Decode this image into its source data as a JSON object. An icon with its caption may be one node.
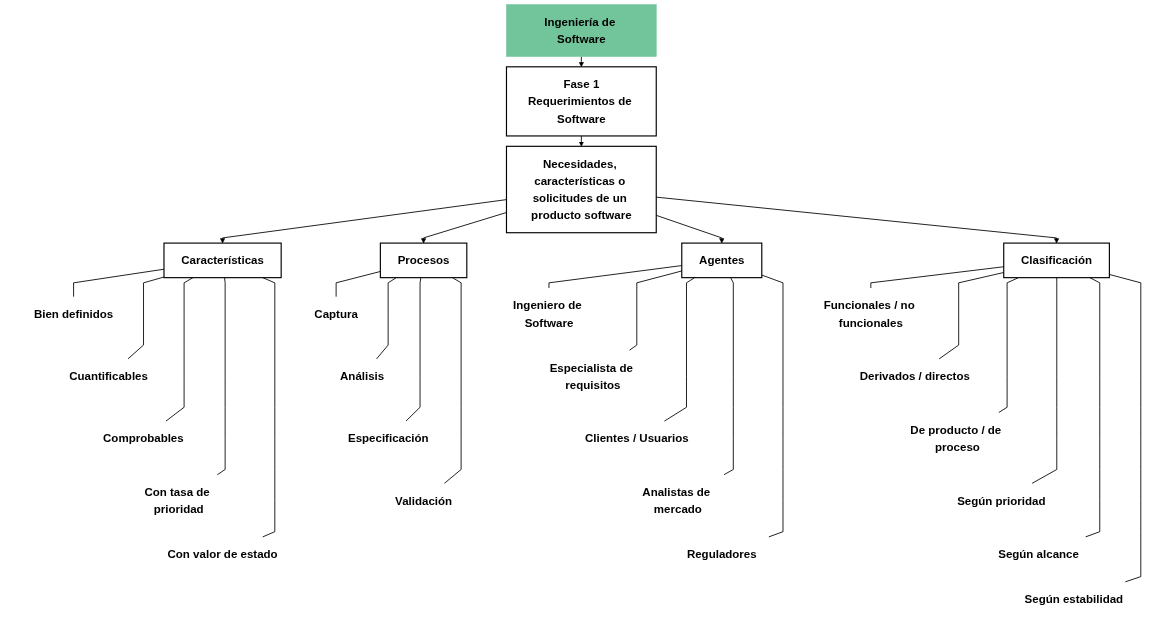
{
  "diagram": {
    "nodes": [
      {
        "text": [
          "Ingeniería de Software"
        ]
      },
      {
        "text": [
          "Fase 1",
          "Requerimientos de Software"
        ]
      },
      {
        "text": [
          "Necesidades, características o solicitudes de un producto software"
        ]
      },
      {
        "text": [
          "Características"
        ]
      },
      {
        "text": [
          "Procesos"
        ]
      },
      {
        "text": [
          "Agentes"
        ]
      },
      {
        "text": [
          "Clasificación"
        ]
      },
      {
        "text": [
          "Bien definidos"
        ]
      },
      {
        "text": [
          "Cuantificables"
        ]
      },
      {
        "text": [
          "Comprobables"
        ]
      },
      {
        "text": [
          "Con tasa de prioridad"
        ]
      },
      {
        "text": [
          "Con valor de estado"
        ]
      },
      {
        "text": [
          "Captura"
        ]
      },
      {
        "text": [
          "Análisis"
        ]
      },
      {
        "text": [
          "Especificación"
        ]
      },
      {
        "text": [
          "Validación"
        ]
      },
      {
        "text": [
          "Ingeniero de Software"
        ]
      },
      {
        "text": [
          "Especialista de requisitos"
        ]
      },
      {
        "text": [
          "Clientes / Usuarios"
        ]
      },
      {
        "text": [
          "Analistas de mercado"
        ]
      },
      {
        "text": [
          "Reguladores"
        ]
      },
      {
        "text": [
          "Funcionales / no funcionales"
        ]
      },
      {
        "text": [
          "Derivados / directos"
        ]
      },
      {
        "text": [
          "De producto / de proceso"
        ]
      },
      {
        "text": [
          "Según prioridad"
        ]
      },
      {
        "text": [
          "Según alcance"
        ]
      },
      {
        "text": [
          "Según estabilidad"
        ]
      }
    ],
    "edges": [
      {
        "from": 0,
        "to": 1,
        "arrow": "to"
      },
      {
        "from": 1,
        "to": 2,
        "arrow": "to"
      },
      {
        "from": 2,
        "to": 3,
        "arrow": "to"
      },
      {
        "from": 2,
        "to": 4,
        "arrow": "to"
      },
      {
        "from": 2,
        "to": 5,
        "arrow": "to"
      },
      {
        "from": 2,
        "to": 6,
        "arrow": "to"
      },
      {
        "from": 3,
        "to": 7,
        "arrow": "none"
      },
      {
        "from": 3,
        "to": 8,
        "arrow": "none"
      },
      {
        "from": 3,
        "to": 9,
        "arrow": "none"
      },
      {
        "from": 3,
        "to": 10,
        "arrow": "none"
      },
      {
        "from": 3,
        "to": 11,
        "arrow": "none"
      },
      {
        "from": 4,
        "to": 12,
        "arrow": "none"
      },
      {
        "from": 4,
        "to": 13,
        "arrow": "none"
      },
      {
        "from": 4,
        "to": 14,
        "arrow": "none"
      },
      {
        "from": 4,
        "to": 15,
        "arrow": "none"
      },
      {
        "from": 5,
        "to": 16,
        "arrow": "none"
      },
      {
        "from": 5,
        "to": 17,
        "arrow": "none"
      },
      {
        "from": 5,
        "to": 18,
        "arrow": "none"
      },
      {
        "from": 5,
        "to": 19,
        "arrow": "none"
      },
      {
        "from": 5,
        "to": 20,
        "arrow": "none"
      },
      {
        "from": 6,
        "to": 21,
        "arrow": "none"
      },
      {
        "from": 6,
        "to": 22,
        "arrow": "none"
      },
      {
        "from": 6,
        "to": 23,
        "arrow": "none"
      },
      {
        "from": 6,
        "to": 24,
        "arrow": "none"
      },
      {
        "from": 6,
        "to": 25,
        "arrow": "none"
      },
      {
        "from": 6,
        "to": 26,
        "arrow": "none"
      }
    ]
  }
}
